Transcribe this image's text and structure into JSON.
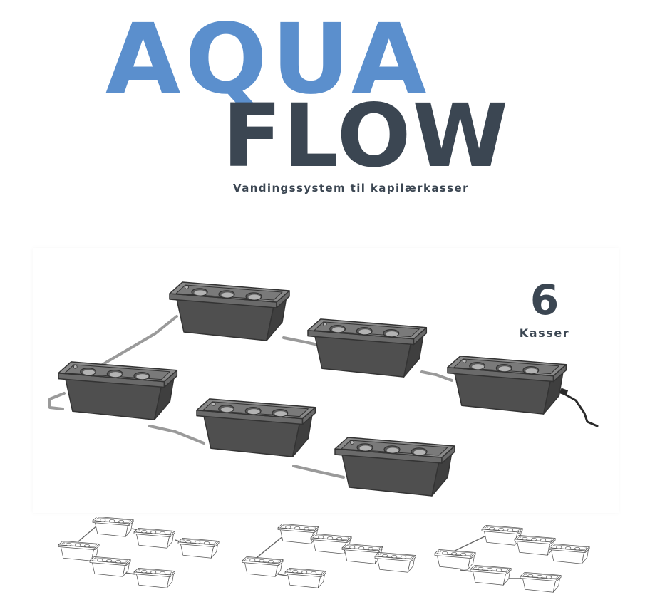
{
  "brand": {
    "line1": "AQUA",
    "line2": "FLOW",
    "tagline": "Vandingssystem til kapilærkasser"
  },
  "hero": {
    "count": "6",
    "count_label": "Kasser"
  },
  "colors": {
    "brand_blue": "#5b8fcd",
    "brand_dark": "#3b4652",
    "box_front": "#4f4f4f",
    "box_rim": "#6a6a6a",
    "box_top": "#8a8a8a",
    "outline": "#333333",
    "line_art": "#555555"
  },
  "icons": {
    "hero": "planter-box-icon",
    "variants": "planter-layout-icon"
  }
}
